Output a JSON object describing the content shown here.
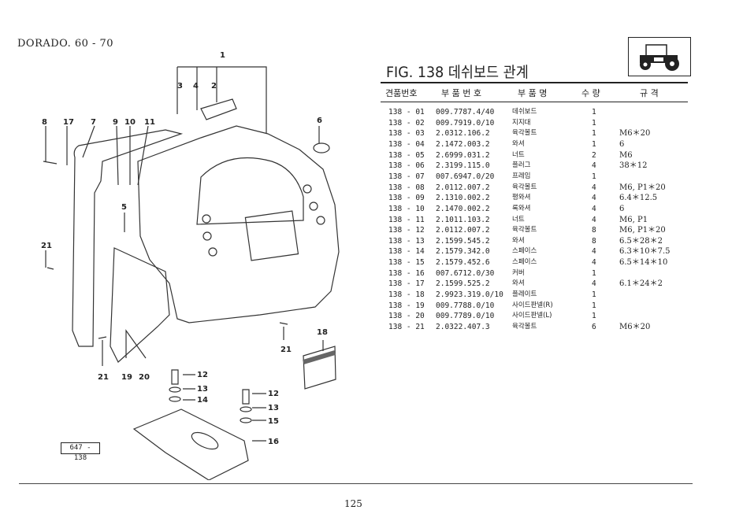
{
  "header": {
    "model": "DORADO. 60 - 70",
    "page_number": "125"
  },
  "figure": {
    "title": "FIG. 138 데쉬보드 관계",
    "ref_label": "647 - 138",
    "icon": "tractor-icon",
    "callouts": [
      "1",
      "2",
      "3",
      "4",
      "5",
      "6",
      "7",
      "8",
      "9",
      "10",
      "11",
      "12",
      "13",
      "14",
      "15",
      "16",
      "17",
      "18",
      "19",
      "20",
      "21"
    ]
  },
  "table": {
    "headers": [
      "견품번호",
      "부 품 번 호",
      "부 품 명",
      "수 량",
      "규 격"
    ],
    "rows": [
      {
        "code": "138 - 01",
        "part": "009.7787.4/40",
        "name": "데쉬보드",
        "qty": "1",
        "spec": ""
      },
      {
        "code": "138 - 02",
        "part": "009.7919.0/10",
        "name": "지지대",
        "qty": "1",
        "spec": ""
      },
      {
        "code": "138 - 03",
        "part": "2.0312.106.2",
        "name": "육각볼트",
        "qty": "1",
        "spec": "M6＊20"
      },
      {
        "code": "138 - 04",
        "part": "2.1472.003.2",
        "name": "와셔",
        "qty": "1",
        "spec": "6"
      },
      {
        "code": "138 - 05",
        "part": "2.6999.031.2",
        "name": "너트",
        "qty": "2",
        "spec": "M6"
      },
      {
        "code": "138 - 06",
        "part": "2.3199.115.0",
        "name": "플러그",
        "qty": "4",
        "spec": "38＊12"
      },
      {
        "code": "138 - 07",
        "part": "007.6947.0/20",
        "name": "프레임",
        "qty": "1",
        "spec": ""
      },
      {
        "code": "138 - 08",
        "part": "2.0112.007.2",
        "name": "육각볼트",
        "qty": "4",
        "spec": "M6, P1＊20"
      },
      {
        "code": "138 - 09",
        "part": "2.1310.002.2",
        "name": "평와셔",
        "qty": "4",
        "spec": "6.4＊12.5"
      },
      {
        "code": "138 - 10",
        "part": "2.1470.002.2",
        "name": "록와셔",
        "qty": "4",
        "spec": "6"
      },
      {
        "code": "138 - 11",
        "part": "2.1011.103.2",
        "name": "너트",
        "qty": "4",
        "spec": "M6, P1"
      },
      {
        "code": "138 - 12",
        "part": "2.0112.007.2",
        "name": "육각볼트",
        "qty": "8",
        "spec": "M6, P1＊20"
      },
      {
        "code": "138 - 13",
        "part": "2.1599.545.2",
        "name": "와셔",
        "qty": "8",
        "spec": "6.5＊28＊2"
      },
      {
        "code": "138 - 14",
        "part": "2.1579.342.0",
        "name": "스페이스",
        "qty": "4",
        "spec": "6.3＊10＊7.5"
      },
      {
        "code": "138 - 15",
        "part": "2.1579.452.6",
        "name": "스페이스",
        "qty": "4",
        "spec": "6.5＊14＊10"
      },
      {
        "code": "138 - 16",
        "part": "007.6712.0/30",
        "name": "커버",
        "qty": "1",
        "spec": ""
      },
      {
        "code": "138 - 17",
        "part": "2.1599.525.2",
        "name": "와셔",
        "qty": "4",
        "spec": "6.1＊24＊2"
      },
      {
        "code": "138 - 18",
        "part": "2.9923.319.0/10",
        "name": "플레이트",
        "qty": "1",
        "spec": ""
      },
      {
        "code": "138 - 19",
        "part": "009.7788.0/10",
        "name": "사이드판넬(R)",
        "qty": "1",
        "spec": ""
      },
      {
        "code": "138 - 20",
        "part": "009.7789.0/10",
        "name": "사이드판넬(L)",
        "qty": "1",
        "spec": ""
      },
      {
        "code": "138 - 21",
        "part": "2.0322.407.3",
        "name": "육각볼트",
        "qty": "6",
        "spec": "M6＊20"
      }
    ]
  }
}
